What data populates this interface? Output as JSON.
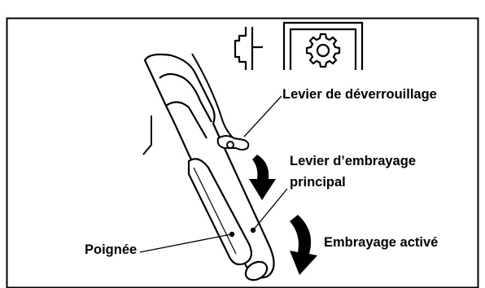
{
  "labels": {
    "release_lever": "Levier de déverrouillage",
    "main_clutch_lever_line1": "Levier d’embrayage",
    "main_clutch_lever_line2": "principal",
    "clutch_engaged": "Embrayage activé",
    "handle": "Poignée"
  },
  "icons": [
    "clutch-symbol-icon",
    "gear-icon"
  ],
  "colors": {
    "ink": "#000000",
    "paper": "#ffffff"
  }
}
